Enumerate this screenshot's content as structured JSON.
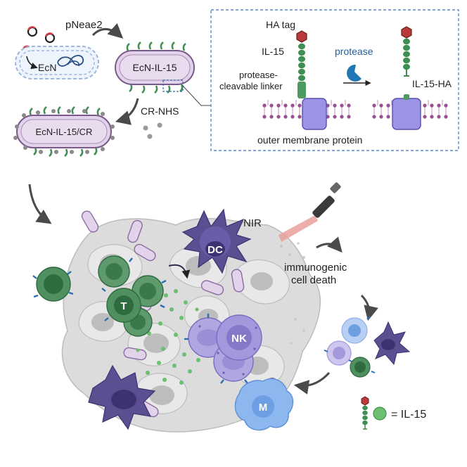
{
  "labels": {
    "plasmid": "pNeae2",
    "ecn": "EcN",
    "ecn_il15": "EcN-IL-15",
    "cr_nhs": "CR-NHS",
    "ecn_il15_cr": "EcN-IL-15/CR",
    "ha_tag": "HA tag",
    "il15": "IL-15",
    "linker_line1": "protease-",
    "linker_line2": "cleavable linker",
    "protease": "protease",
    "il15_ha": "IL-15-HA",
    "outer_membrane_protein": "outer membrane protein",
    "nir": "NIR",
    "dc": "DC",
    "t_cell": "T",
    "nk": "NK",
    "macrophage": "M",
    "icd_line1": "immunogenic",
    "icd_line2": "cell death",
    "legend_equals": "= IL-15"
  },
  "colors": {
    "bacteria_fill": "#e3d3ea",
    "bacteria_stroke": "#7a5a8c",
    "green_chain": "#3f8f55",
    "ha_tag": "#c0392b",
    "omp": "#9c92e6",
    "protease": "#1f78b4",
    "dc": "#5b4f92",
    "t_cell": "#4f8f60",
    "nk": "#8f80cc",
    "macrophage": "#8cb7ef",
    "tumor": "#d9d9d9"
  }
}
